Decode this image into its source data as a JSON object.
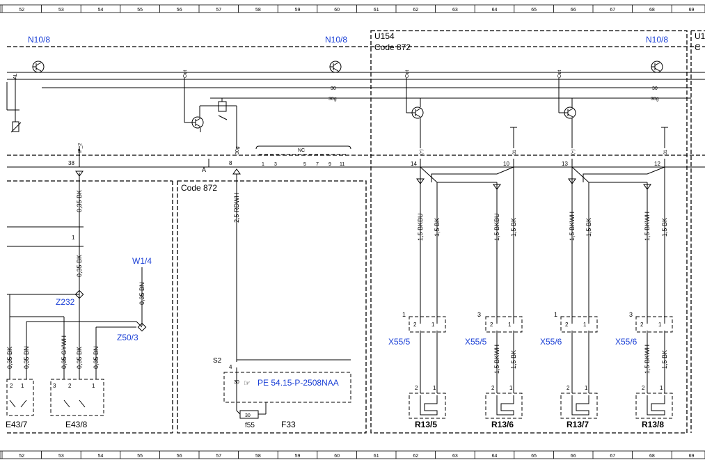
{
  "grid": {
    "numbers": [
      "52",
      "53",
      "54",
      "55",
      "56",
      "57",
      "58",
      "59",
      "60",
      "61",
      "62",
      "63",
      "64",
      "65",
      "66",
      "67",
      "68",
      "69"
    ]
  },
  "refs": {
    "n10_left": "N10/8",
    "n10_mid": "N10/8",
    "n10_right": "N10/8",
    "w1_4": "W1/4",
    "z232": "Z232",
    "z50_3": "Z50/3",
    "x55_5a": "X55/5",
    "x55_5b": "X55/5",
    "x55_6a": "X55/6",
    "x55_6b": "X55/6",
    "pe_ref": "PE 54.15-P-2508NAA"
  },
  "labels": {
    "u154": "U154",
    "code872_right": "Code 872",
    "code872_center": "Code 872",
    "c_right": "C",
    "al": "AL",
    "out_left": "Out",
    "out_r1": "Out",
    "out_r2": "Out",
    "bus30": "30",
    "bus30g": "30g",
    "bus30_r": "30",
    "bus30g_r": "30g",
    "ip2": "IP_2",
    "pin38": "38",
    "pin8": "8",
    "pin30g": "30g",
    "a_label": "A",
    "nc": "NC",
    "nc_pins": [
      "1",
      "3",
      "5",
      "7",
      "9",
      "11"
    ],
    "pin_plus": "(+)",
    "pin_31": "31",
    "pin14": "14",
    "pin10": "10",
    "pin13": "13",
    "pin12": "12",
    "pin1_left": "1",
    "s2": "S2",
    "pin4": "4",
    "pin30_a": "30",
    "pin30_b": "30",
    "f55": "f55",
    "f33": "F33",
    "e43_7": "E43/7",
    "e43_8": "E43/8",
    "r13_5": "R13/5",
    "r13_6": "R13/6",
    "r13_7": "R13/7",
    "r13_8": "R13/8",
    "conn_idx_1a": "1",
    "conn_idx_3a": "3",
    "conn_idx_1b": "1",
    "conn_idx_3b": "3"
  },
  "wires": {
    "bk_035_a": "0,35 BK",
    "bk_035_b": "0,35 BK",
    "bn_035_w1": "0,35 BN",
    "rdwh_25": "2,5 RDWH",
    "bk_035_c": "0,35 BK",
    "bn_035_a": "0,35 BN",
    "gywh_035": "0,35 GYWH",
    "bk_035_d": "0,35 BK",
    "bn_035_b": "0,35 BN",
    "bkbu_15_a": "1,5 BKBU",
    "bk_15_a": "1,5 BK",
    "bkbu_15_b": "1,5 BKBU",
    "bk_15_b": "1,5 BK",
    "bkwh_15_a": "1,5 BKWH",
    "bk_15_c": "1,5 BK",
    "bkwh_15_b": "1,5 BKWH",
    "bk_15_d": "1,5 BK",
    "bkwh_15_c": "1,5 BKWH",
    "bk_15_e": "1,5 BK",
    "bkwh_15_d": "1,5 BKWH",
    "bk_15_f": "1,5 BK"
  },
  "pins": {
    "p2": "2",
    "p1": "1",
    "p3": "3"
  },
  "colors": {
    "reference_blue": "#1a3fd6",
    "line_black": "#000000"
  }
}
